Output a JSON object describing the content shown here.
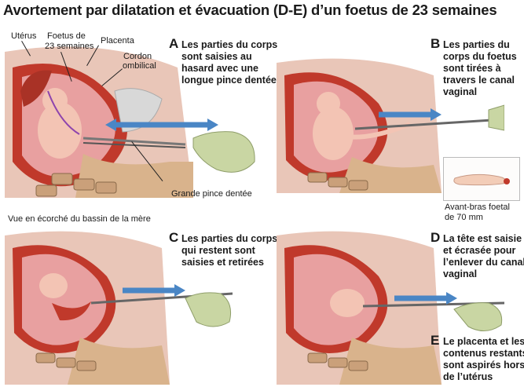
{
  "title": "Avortement par dilatation et évacuation (D-E) d’un foetus de 23 semaines",
  "labels": {
    "uterus": "Utérus",
    "fetus_line1": "Foetus de",
    "fetus_line2": "23 semaines",
    "placenta": "Placenta",
    "cord_line1": "Cordon",
    "cord_line2": "ombilical",
    "forceps": "Grande pince dentée",
    "pelvis_view": "Vue en écorché du bassin de la mère",
    "forearm_line1": "Avant-bras foetal",
    "forearm_line2": "de 70 mm"
  },
  "steps": [
    {
      "letter": "A",
      "lines": [
        "Les parties du corps",
        "sont saisies au",
        "hasard avec une",
        "longue pince dentée"
      ]
    },
    {
      "letter": "B",
      "lines": [
        "Les parties du",
        "corps du foetus",
        "sont tirées à",
        "travers le canal",
        "vaginal"
      ]
    },
    {
      "letter": "C",
      "lines": [
        "Les parties du corps",
        "qui restent sont",
        "saisies et retirées"
      ]
    },
    {
      "letter": "D",
      "lines": [
        "La tête est saisie",
        "et écrasée pour",
        "l’enlever du canal",
        "vaginal"
      ]
    },
    {
      "letter": "E",
      "lines": [
        "Le placenta et les",
        "contenus restants",
        "sont aspirés hors",
        "de l’utérus"
      ]
    }
  ]
}
